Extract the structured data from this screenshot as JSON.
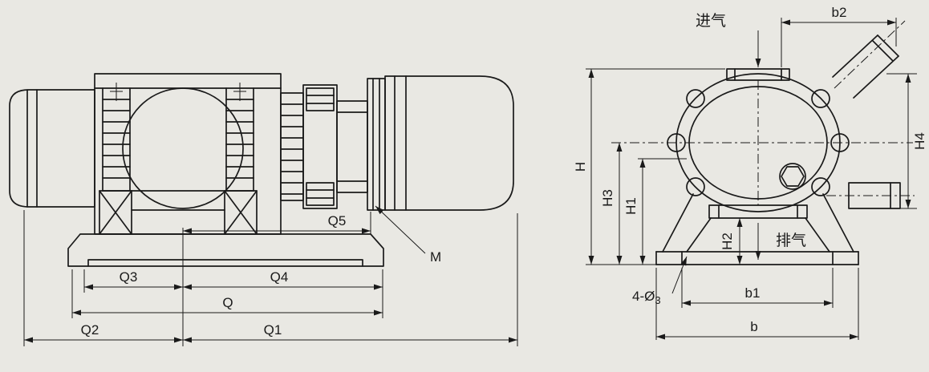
{
  "colors": {
    "background": "#e9e8e3",
    "line": "#1a1a1a"
  },
  "side_view": {
    "dims": {
      "q5": "Q5",
      "m": "M",
      "q3": "Q3",
      "q4": "Q4",
      "q": "Q",
      "q2": "Q2",
      "q1": "Q1"
    }
  },
  "end_view": {
    "inlet_label": "进气",
    "outlet_label": "排气",
    "hole_callout": {
      "prefix": "4-Ø",
      "sub": "3"
    },
    "dims": {
      "b2": "b2",
      "h": "H",
      "h3": "H3",
      "h1": "H1",
      "h2": "H2",
      "h4": "H4",
      "b1": "b1",
      "b": "b"
    }
  }
}
